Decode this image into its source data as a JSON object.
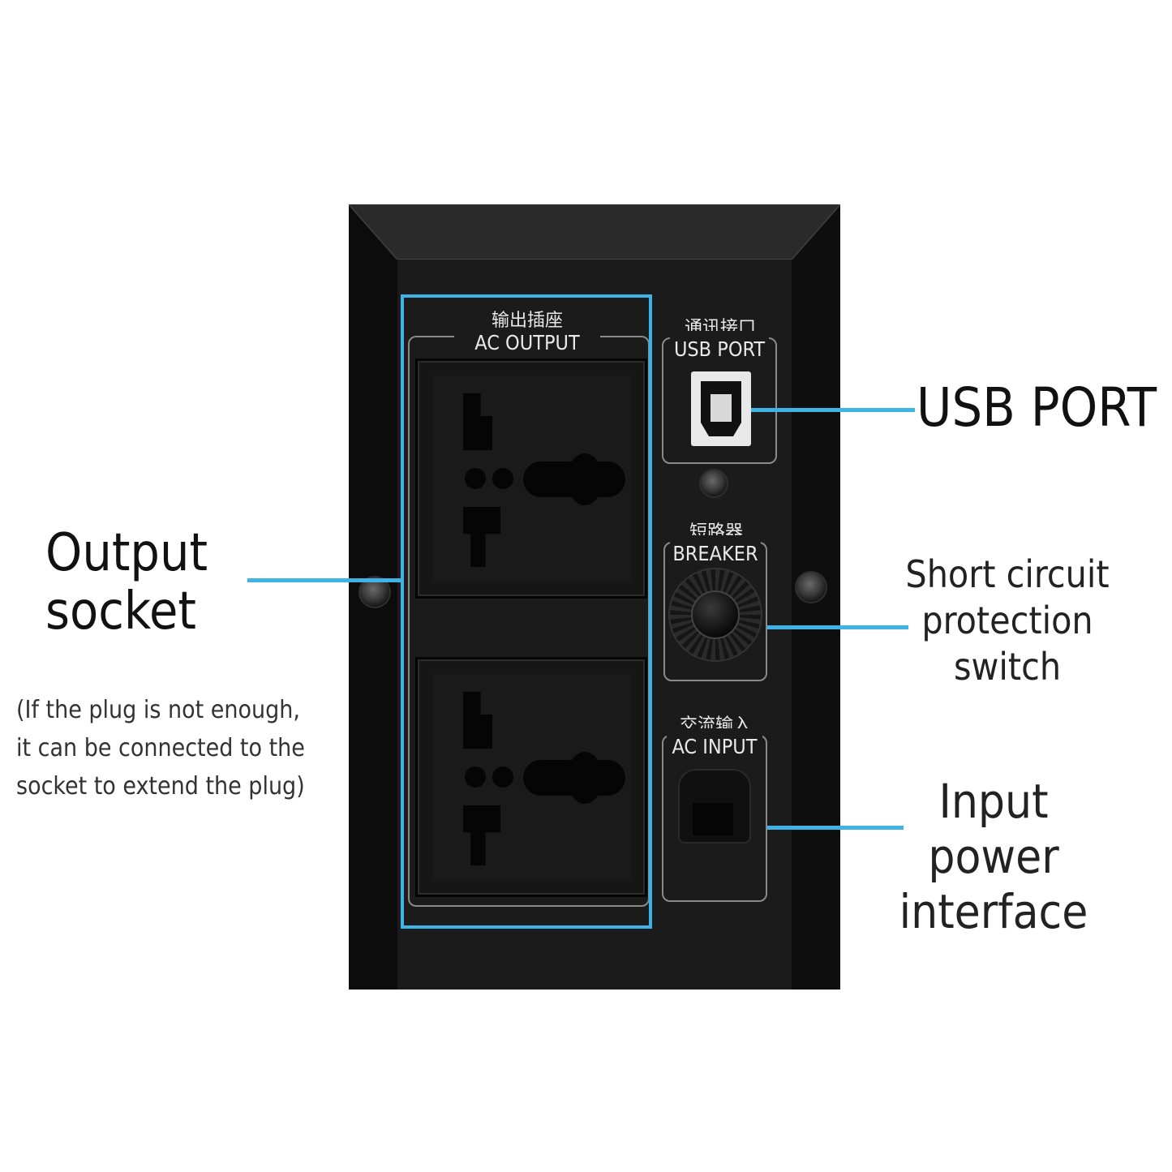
{
  "panel": {
    "ac_output_cn": "输出插座",
    "ac_output_en": "AC OUTPUT",
    "usb_cn": "通讯接口",
    "usb_en": "USB PORT",
    "breaker_cn": "短路器",
    "breaker_en": "BREAKER",
    "ac_input_cn": "交流输入",
    "ac_input_en": "AC INPUT"
  },
  "callouts": {
    "usb_port": "USB PORT",
    "output_socket_line1": "Output",
    "output_socket_line2": "socket",
    "note_line1": "(If the plug is not enough,",
    "note_line2": "it can be connected to the",
    "note_line3": "socket to extend the plug)",
    "short_circuit_line1": "Short circuit",
    "short_circuit_line2": "protection",
    "short_circuit_line3": "switch",
    "input_power_line1": "Input",
    "input_power_line2": "power",
    "input_power_line3": "interface"
  },
  "colors": {
    "accent": "#3fb3e6",
    "device": "#111111"
  },
  "icons": [
    "universal-socket-icon",
    "usb-b-port-icon",
    "breaker-button-icon",
    "ac-inlet-icon",
    "screw-icon"
  ]
}
